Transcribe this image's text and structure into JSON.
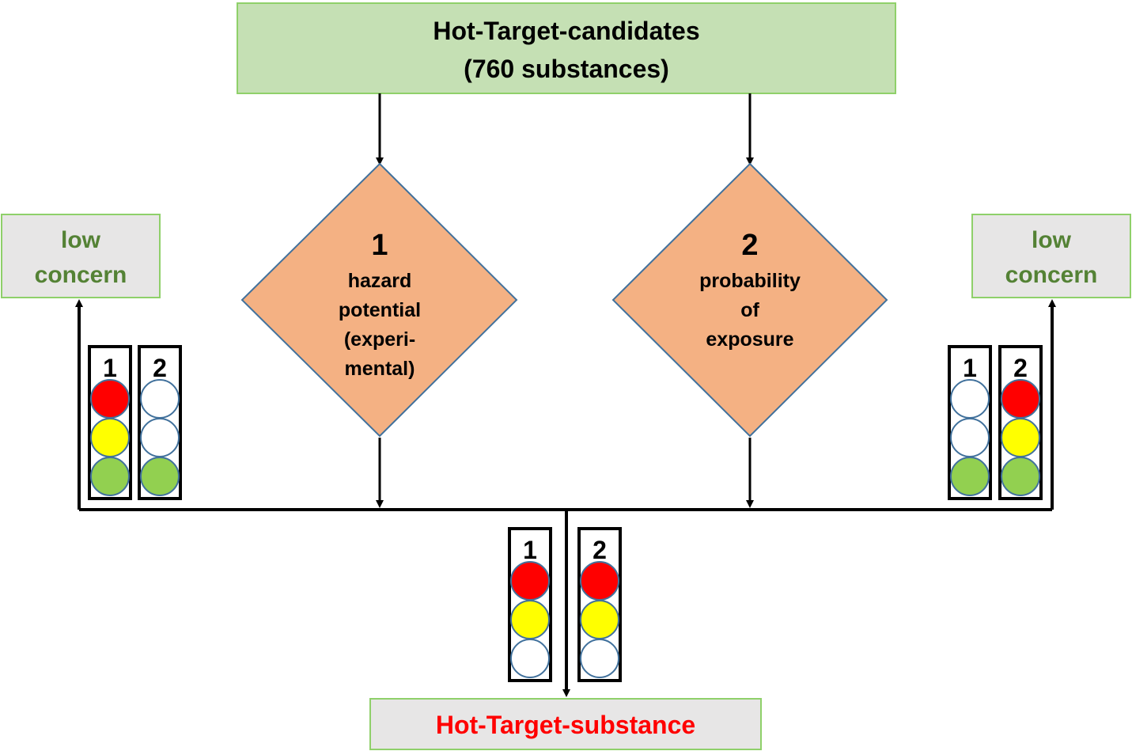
{
  "top_box": {
    "line1": "Hot-Target-candidates",
    "line2": "(760 substances)",
    "fill": "#c5e0b4",
    "stroke": "#8fd06a"
  },
  "decision1": {
    "number": "1",
    "lines": [
      "hazard",
      "potential",
      "(experi-",
      "mental)"
    ],
    "fill": "#f4b183",
    "stroke": "#41719c"
  },
  "decision2": {
    "number": "2",
    "lines": [
      "probability",
      "of",
      "exposure"
    ],
    "fill": "#f4b183",
    "stroke": "#41719c"
  },
  "low_concern_left": {
    "line1": "low",
    "line2": "concern",
    "text_color": "#548235",
    "fill": "#e7e6e6",
    "stroke": "#8fd06a"
  },
  "low_concern_right": {
    "line1": "low",
    "line2": "concern",
    "text_color": "#548235",
    "fill": "#e7e6e6",
    "stroke": "#8fd06a"
  },
  "bottom_box": {
    "label": "Hot-Target-substance",
    "text_color": "#ff0000",
    "fill": "#e7e6e6",
    "stroke": "#8fd06a"
  },
  "colors": {
    "red": "#ff0000",
    "yellow": "#ffff00",
    "green": "#92d050",
    "off": "#ffffff",
    "lamp_stroke": "#41719c"
  },
  "traffic_lights": {
    "left": [
      {
        "label": "1",
        "lamps": [
          "red",
          "yellow",
          "green"
        ]
      },
      {
        "label": "2",
        "lamps": [
          "off",
          "off",
          "green"
        ]
      }
    ],
    "right": [
      {
        "label": "1",
        "lamps": [
          "off",
          "off",
          "green"
        ]
      },
      {
        "label": "2",
        "lamps": [
          "red",
          "yellow",
          "green"
        ]
      }
    ],
    "bottom": [
      {
        "label": "1",
        "lamps": [
          "red",
          "yellow",
          "off"
        ]
      },
      {
        "label": "2",
        "lamps": [
          "red",
          "yellow",
          "off"
        ]
      }
    ]
  }
}
